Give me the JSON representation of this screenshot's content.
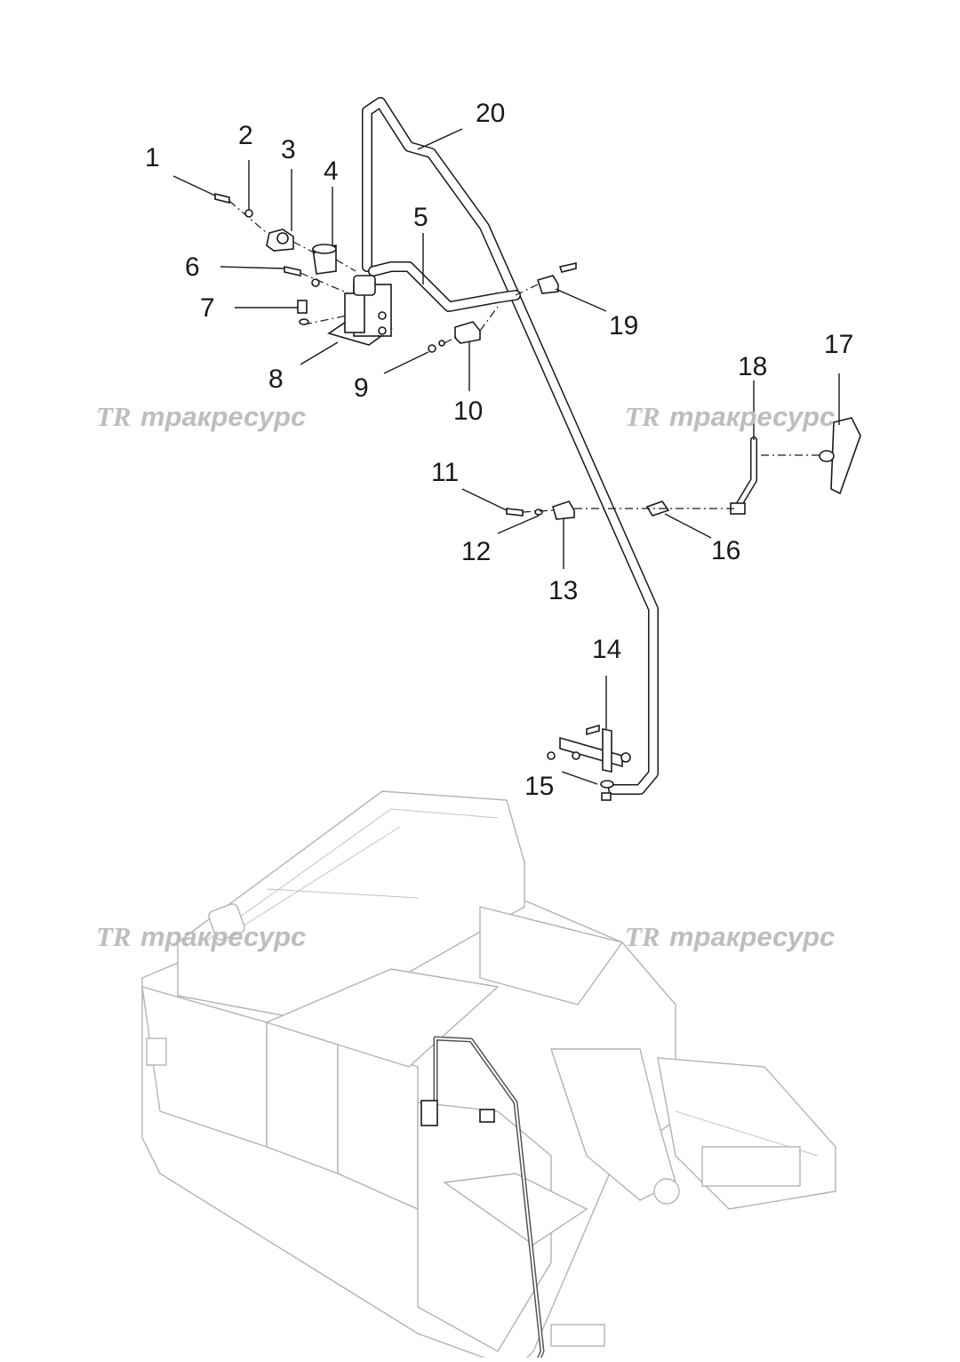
{
  "watermark": {
    "logo": "TR",
    "text": "тракресурс"
  },
  "callouts": [
    {
      "label": "1"
    },
    {
      "label": "2"
    },
    {
      "label": "3"
    },
    {
      "label": "4"
    },
    {
      "label": "5"
    },
    {
      "label": "6"
    },
    {
      "label": "7"
    },
    {
      "label": "8"
    },
    {
      "label": "9"
    },
    {
      "label": "10"
    },
    {
      "label": "11"
    },
    {
      "label": "12"
    },
    {
      "label": "13"
    },
    {
      "label": "14"
    },
    {
      "label": "15"
    },
    {
      "label": "16"
    },
    {
      "label": "17"
    },
    {
      "label": "18"
    },
    {
      "label": "19"
    },
    {
      "label": "20"
    }
  ]
}
